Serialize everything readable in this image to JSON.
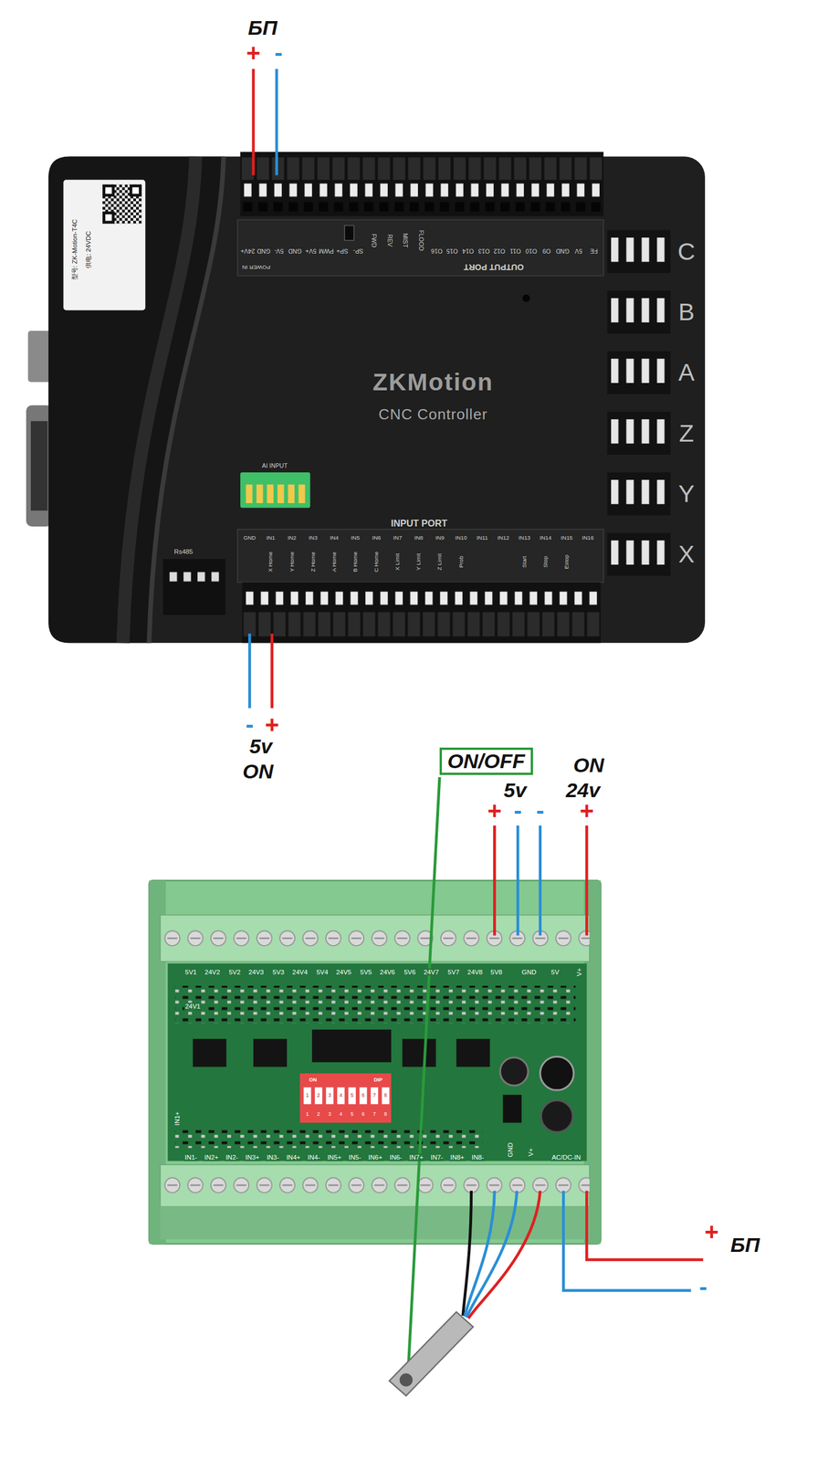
{
  "diagram": {
    "nodes": [
      {
        "text": [
          "ZKMotion",
          "CNC Controller"
        ]
      },
      {
        "text": [
          "ON/OFF"
        ]
      }
    ],
    "labels": [
      "БП",
      "+",
      "-",
      "型号: ZK-Motion-T4C",
      "供电: 24VDC",
      "POWER IN",
      "OUTPUT PORT",
      "24V+",
      "GND",
      "5V-",
      "GND",
      "5V+",
      "PWM",
      "SP+",
      "SP-",
      "FWD",
      "REV",
      "MIST",
      "FLOOD",
      "O16",
      "O15",
      "O14",
      "O13",
      "O12",
      "O11",
      "O10",
      "O9",
      "GND",
      "5V",
      "FE",
      "C",
      "B",
      "A",
      "Z",
      "Y",
      "X",
      "AI INPUT",
      "Rs485",
      "INPUT PORT",
      "GND",
      "IN1",
      "IN2",
      "IN3",
      "IN4",
      "IN5",
      "IN6",
      "IN7",
      "IN8",
      "IN9",
      "IN10",
      "IN11",
      "IN12",
      "IN13",
      "IN14",
      "IN15",
      "IN16",
      "X Home",
      "Y Home",
      "Z Home",
      "A Home",
      "B Home",
      "C Home",
      "X Limit",
      "Y Limit",
      "Z Limit",
      "Prob",
      "Start",
      "Stop",
      "Estop",
      "-",
      "+",
      "5v",
      "ON",
      "5v",
      "ON",
      "24v",
      "+",
      "-",
      "-",
      "+",
      "5V1",
      "24V2",
      "5V2",
      "24V3",
      "5V3",
      "24V4",
      "5V4",
      "24V5",
      "5V5",
      "24V6",
      "5V6",
      "24V7",
      "5V7",
      "24V8",
      "5V8",
      "GND",
      "5V",
      "V+",
      "24V1",
      "IN1+",
      "ON",
      "DIP",
      "1",
      "2",
      "3",
      "4",
      "5",
      "6",
      "7",
      "8",
      "1",
      "2",
      "3",
      "4",
      "5",
      "6",
      "7",
      "8",
      "IN1-",
      "IN2+",
      "IN2-",
      "IN3+",
      "IN3-",
      "IN4+",
      "IN4-",
      "IN5+",
      "IN5-",
      "IN6+",
      "IN6-",
      "IN7+",
      "IN7-",
      "IN8+",
      "IN8-",
      "GND",
      "V+",
      "AC/DC-IN",
      "+",
      "БП",
      "-"
    ]
  }
}
